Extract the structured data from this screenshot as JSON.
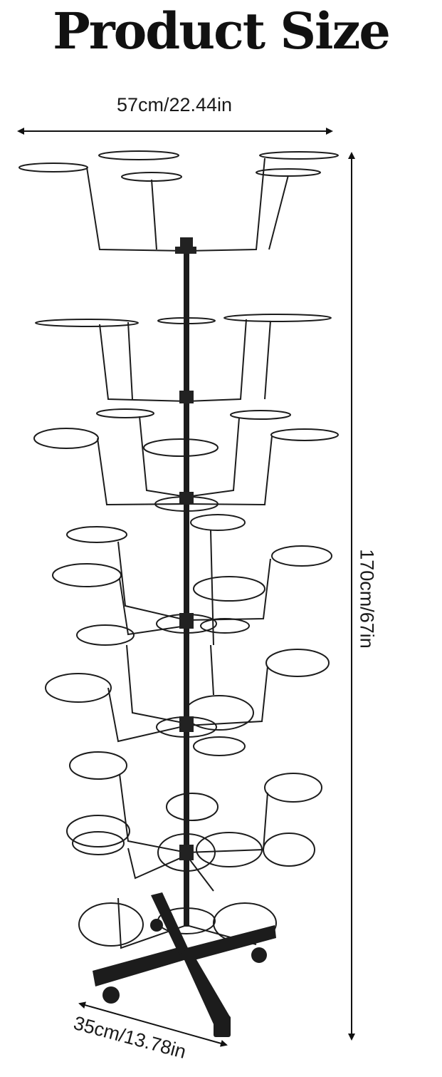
{
  "title": "Product Size",
  "dimensions": {
    "width": "57cm/22.44in",
    "height": "170cm/67in",
    "depth": "35cm/13.78in"
  },
  "product": "rotating-hat-rack-icon"
}
